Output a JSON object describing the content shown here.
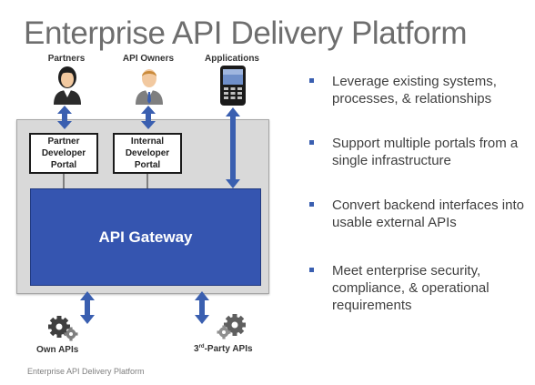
{
  "title": "Enterprise API Delivery Platform",
  "actors": {
    "partners": "Partners",
    "api_owners": "API Owners",
    "applications": "Applications"
  },
  "portals": {
    "partner": "Partner\nDeveloper\nPortal",
    "internal": "Internal\nDeveloper\nPortal"
  },
  "gateway": "API Gateway",
  "backends": {
    "own": "Own APIs",
    "third_party_prefix": "3",
    "third_party_sup": "rd",
    "third_party_suffix": "-Party APIs"
  },
  "bullets": [
    "Leverage existing systems, processes, & relationships",
    "Support multiple portals from a single infrastructure",
    "Convert backend interfaces into usable external APIs",
    "Meet enterprise security, compliance, & operational requirements"
  ],
  "caption": "Enterprise API Delivery Platform",
  "colors": {
    "arrow": "#3a5fb0",
    "gateway": "#3555b0",
    "bullet": "#3a5fb0"
  }
}
